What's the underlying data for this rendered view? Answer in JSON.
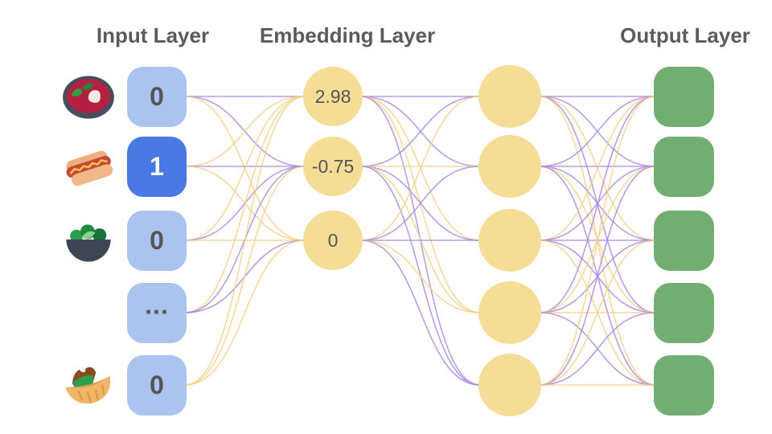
{
  "titles": {
    "input": "Input Layer",
    "embedding": "Embedding Layer",
    "output": "Output Layer"
  },
  "colors": {
    "input_blue": "#ABC4EF",
    "active_blue": "#4A79E3",
    "node_yellow": "#F6DD96",
    "output_green": "#72AD71",
    "edge_purple": "#A885E0",
    "edge_yellow": "#F5CF85",
    "title_gray": "#5B5B5B",
    "value_gray": "#555555"
  },
  "input_layer": {
    "nodes": [
      {
        "value": "0",
        "active": false,
        "icon": "borscht-icon"
      },
      {
        "value": "1",
        "active": true,
        "icon": "hotdog-icon"
      },
      {
        "value": "0",
        "active": false,
        "icon": "salad-icon"
      },
      {
        "value": "...",
        "active": false,
        "icon": null
      },
      {
        "value": "0",
        "active": false,
        "icon": "pita-icon"
      }
    ]
  },
  "embedding_layer": {
    "nodes": [
      {
        "value": "2.98"
      },
      {
        "value": "-0.75"
      },
      {
        "value": "0"
      }
    ]
  },
  "hidden_layer": {
    "nodes": [
      {
        "value": ""
      },
      {
        "value": ""
      },
      {
        "value": ""
      },
      {
        "value": ""
      },
      {
        "value": ""
      }
    ]
  },
  "output_layer": {
    "nodes": [
      {
        "value": ""
      },
      {
        "value": ""
      },
      {
        "value": ""
      },
      {
        "value": ""
      },
      {
        "value": ""
      }
    ]
  },
  "edges": {
    "input_to_embedding": [
      {
        "from": 0,
        "to": 0,
        "color": "purple"
      },
      {
        "from": 0,
        "to": 1,
        "color": "purple"
      },
      {
        "from": 0,
        "to": 2,
        "color": "yellow"
      },
      {
        "from": 1,
        "to": 0,
        "color": "yellow"
      },
      {
        "from": 1,
        "to": 1,
        "color": "purple"
      },
      {
        "from": 1,
        "to": 2,
        "color": "yellow"
      },
      {
        "from": 2,
        "to": 0,
        "color": "yellow"
      },
      {
        "from": 2,
        "to": 1,
        "color": "purple"
      },
      {
        "from": 2,
        "to": 2,
        "color": "yellow"
      },
      {
        "from": 3,
        "to": 0,
        "color": "yellow"
      },
      {
        "from": 3,
        "to": 1,
        "color": "purple"
      },
      {
        "from": 3,
        "to": 2,
        "color": "purple"
      },
      {
        "from": 4,
        "to": 0,
        "color": "yellow"
      },
      {
        "from": 4,
        "to": 1,
        "color": "yellow"
      },
      {
        "from": 4,
        "to": 2,
        "color": "yellow"
      }
    ],
    "embedding_to_hidden": [
      {
        "from": 0,
        "to": 0,
        "color": "purple"
      },
      {
        "from": 0,
        "to": 1,
        "color": "purple"
      },
      {
        "from": 0,
        "to": 2,
        "color": "yellow"
      },
      {
        "from": 0,
        "to": 3,
        "color": "yellow"
      },
      {
        "from": 0,
        "to": 4,
        "color": "purple"
      },
      {
        "from": 1,
        "to": 0,
        "color": "purple"
      },
      {
        "from": 1,
        "to": 1,
        "color": "yellow"
      },
      {
        "from": 1,
        "to": 2,
        "color": "purple"
      },
      {
        "from": 1,
        "to": 3,
        "color": "yellow"
      },
      {
        "from": 1,
        "to": 4,
        "color": "purple"
      },
      {
        "from": 2,
        "to": 0,
        "color": "yellow"
      },
      {
        "from": 2,
        "to": 1,
        "color": "purple"
      },
      {
        "from": 2,
        "to": 2,
        "color": "purple"
      },
      {
        "from": 2,
        "to": 3,
        "color": "yellow"
      },
      {
        "from": 2,
        "to": 4,
        "color": "purple"
      }
    ],
    "hidden_to_output": [
      {
        "from": 0,
        "to": 0,
        "color": "purple"
      },
      {
        "from": 0,
        "to": 1,
        "color": "purple"
      },
      {
        "from": 0,
        "to": 2,
        "color": "yellow"
      },
      {
        "from": 0,
        "to": 3,
        "color": "purple"
      },
      {
        "from": 0,
        "to": 4,
        "color": "yellow"
      },
      {
        "from": 1,
        "to": 0,
        "color": "purple"
      },
      {
        "from": 1,
        "to": 1,
        "color": "purple"
      },
      {
        "from": 1,
        "to": 2,
        "color": "purple"
      },
      {
        "from": 1,
        "to": 3,
        "color": "yellow"
      },
      {
        "from": 1,
        "to": 4,
        "color": "purple"
      },
      {
        "from": 2,
        "to": 0,
        "color": "yellow"
      },
      {
        "from": 2,
        "to": 1,
        "color": "purple"
      },
      {
        "from": 2,
        "to": 2,
        "color": "purple"
      },
      {
        "from": 2,
        "to": 3,
        "color": "purple"
      },
      {
        "from": 2,
        "to": 4,
        "color": "yellow"
      },
      {
        "from": 3,
        "to": 0,
        "color": "purple"
      },
      {
        "from": 3,
        "to": 1,
        "color": "yellow"
      },
      {
        "from": 3,
        "to": 2,
        "color": "purple"
      },
      {
        "from": 3,
        "to": 3,
        "color": "yellow"
      },
      {
        "from": 3,
        "to": 4,
        "color": "purple"
      },
      {
        "from": 4,
        "to": 0,
        "color": "yellow"
      },
      {
        "from": 4,
        "to": 1,
        "color": "purple"
      },
      {
        "from": 4,
        "to": 2,
        "color": "yellow"
      },
      {
        "from": 4,
        "to": 3,
        "color": "purple"
      },
      {
        "from": 4,
        "to": 4,
        "color": "yellow"
      }
    ]
  }
}
